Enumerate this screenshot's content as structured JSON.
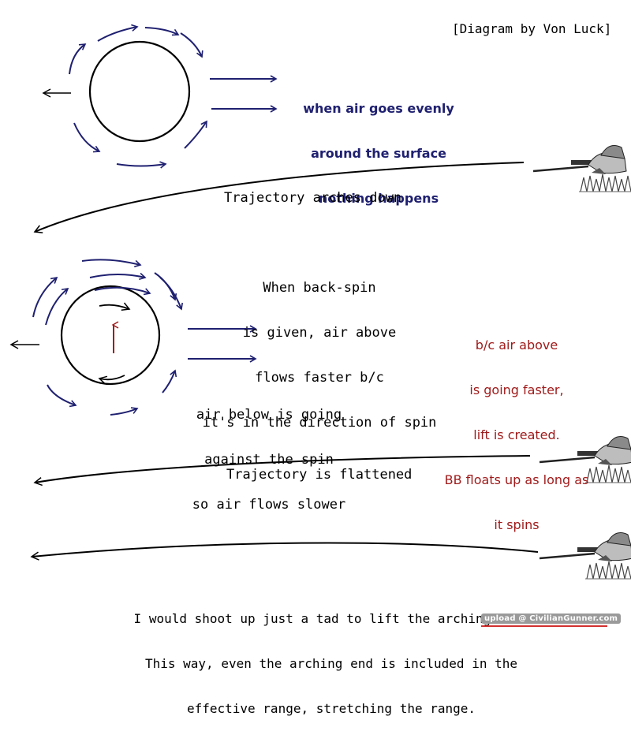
{
  "credit": "[Diagram by Von Luck]",
  "panel1": {
    "note_lines": [
      "when air goes evenly",
      "around the surface",
      "nothing happens"
    ],
    "trajectory_label": "Trajectory arches down"
  },
  "panel2": {
    "top_note_lines": [
      "When back-spin",
      "is given, air above",
      "flows faster b/c",
      "it's in the direction of spin"
    ],
    "bottom_note_lines": [
      "air below is going",
      "against the spin",
      "so air flows slower"
    ],
    "lift_note_lines": [
      "b/c air above",
      "is going faster,",
      "lift is created.",
      "BB floats up as long as",
      "it spins"
    ],
    "trajectory_label": "Trajectory is flattened"
  },
  "panel3": {
    "note_lines": [
      "I would shoot up just a tad to lift the arching end.",
      "This way, even the arching end is included in the",
      "effective range, stretching the range."
    ]
  },
  "watermark": "upload @ CivilianGunner.com",
  "colors": {
    "navy": "#1f2070",
    "red": "#a01a1a",
    "black": "#000000"
  }
}
